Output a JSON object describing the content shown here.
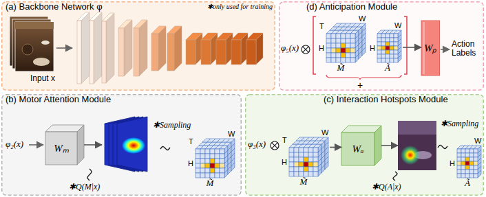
{
  "diagram": {
    "nodes": [
      {
        "text": [
          "(a) Backbone Network φ"
        ]
      },
      {
        "text": [
          "Input x"
        ],
        "in": 0
      },
      {
        "text": [
          "(d) Anticipation Module"
        ]
      },
      {
        "text": [
          "T",
          "W",
          "H",
          "M̃"
        ],
        "in": 2
      },
      {
        "text": [
          "W",
          "H",
          "Ã"
        ],
        "in": 2
      },
      {
        "text": [
          "Wₚ"
        ],
        "in": 2
      },
      {
        "text": [
          "(b) Motor Attention Module"
        ]
      },
      {
        "text": [
          "Wₘ"
        ],
        "in": 6
      },
      {
        "text": [
          "✱Q(M|x)"
        ],
        "in": 6
      },
      {
        "text": [
          "T",
          "W",
          "H",
          "M̃"
        ],
        "in": 6
      },
      {
        "text": [
          "(c) Interaction Hotspots Module"
        ]
      },
      {
        "text": [
          "T",
          "W",
          "H",
          "M̃"
        ],
        "in": 10
      },
      {
        "text": [
          "Wₐ"
        ],
        "in": 10
      },
      {
        "text": [
          "✱Q(A|x)"
        ],
        "in": 10
      },
      {
        "text": [
          "W",
          "H",
          "Ã"
        ],
        "in": 10
      }
    ],
    "edges": [
      {
        "from": 7,
        "to": 8,
        "arrow": "to"
      },
      {
        "from": 11,
        "to": 12,
        "arrow": "to"
      },
      {
        "from": 12,
        "to": 13,
        "arrow": "to"
      },
      {
        "from": 4,
        "to": 5,
        "arrow": "to"
      }
    ],
    "labels": [
      "✱only used for training",
      "φ₅(x)",
      "+",
      "Action Labels",
      "φ₂(x)",
      "✱Sampling",
      "φ₃(x)",
      "✱Sampling"
    ]
  }
}
